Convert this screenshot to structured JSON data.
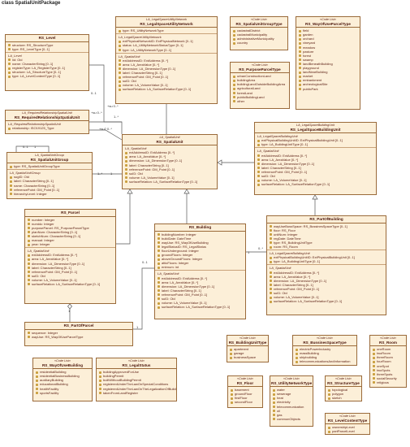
{
  "package_title": "class SpatialUnitPackage",
  "classes": {
    "rs_level": {
      "name": "RS_Level",
      "sections": [
        {
          "rows": [
            "structure: RS_StructureType",
            "type: RS_LevelType [0..1]"
          ]
        },
        {
          "subtitle": "LA_Level",
          "rows": [
            "lid: Oid",
            "name: CharacterString [0..1]",
            "registerType: LA_RegisterType [0..1]",
            "structure: LA_StructureType [0..1]",
            "type: LA_LevelContentType [0..1]"
          ]
        }
      ]
    },
    "rs_required_relationship": {
      "note": "LA_RequiredRelationshipSpatialUnit",
      "name": "RS_RequiredRelationshipSpatialUnit",
      "sections": [
        {
          "subtitle": "LA_RequiredRelationshipSpatialUnit",
          "rows": [
            "relationship: ISO19125_Type"
          ]
        }
      ]
    },
    "rs_spatial_unit_group": {
      "note": "LA_SpatialUnitGroup",
      "name": "RS_SpatialUnitGroup",
      "sections": [
        {
          "rows": [
            "type: RS_SpatialUnitGroupType"
          ]
        },
        {
          "subtitle": "LA_SpatialUnitGroup",
          "rows": [
            "sugID: Oid",
            "label: CharacterString [0..1]",
            "name: CharacterString [0..1]",
            "referencePoint: GM_Point [0..1]",
            "hierarchyLevel: Integer"
          ]
        }
      ]
    },
    "rs_legal_space_utility_network": {
      "note": "LA_LegalSpaceUtilityNetwork",
      "name": "RS_LegalSpaceUtilityNetwork",
      "sections": [
        {
          "rows": [
            "type: RS_UtilityNetworkType"
          ]
        },
        {
          "subtitle": "LA_LegalSpaceUtilityNetwork",
          "rows": [
            "extPhysicalNetworkID: ExtPhysicalNetwork [0..1]",
            "status: LA_UtilityNetworkStatusType [0..1]",
            "type: LA_UtilityNetworkType [0..1]"
          ]
        },
        {
          "subtitle": "LA_SpatialUnit",
          "rows": [
            "extAddressID: ExtAddress [0..*]",
            "area: LA_AreaValue [0..*]",
            "dimension: LA_DimensionType [0..1]",
            "label: CharacterString [0..1]",
            "referencePoint: GM_Point [0..1]",
            "suID: Oid",
            "volume: LA_VolumeValue [0..1]",
            "surfaceRelation: LA_SurfaceRelationType [0..1]"
          ]
        }
      ]
    },
    "rs_spatial_unit": {
      "note": "LA_SpatialUnit",
      "name": "RS_SpatialUnit",
      "sections": [
        {
          "subtitle": "LA_SpatialUnit",
          "rows": [
            "extAddressID: ExtAddress [0..*]",
            "area: LA_AreaValue [0..*]",
            "dimension: LA_DimensionType [0..1]",
            "label: CharacterString [0..1]",
            "referencePoint: GM_Point [0..1]",
            "suID: Oid",
            "volume: LA_VolumeValue [0..1]",
            "surfaceRelation: LA_SurfaceRelationType [0..1]"
          ]
        }
      ]
    },
    "rs_parcel": {
      "name": "RS_Parcel",
      "sections": [
        {
          "rows": [
            "number: Integer",
            "numidc: Integer",
            "purposeParcel: RS_PurposeParcelType",
            "planNum: CharacterString [0..1]",
            "sketchNum: CharacterString [0..1]",
            "manual: Integer",
            "year: Integer"
          ]
        },
        {
          "subtitle": "LA_SpatialUnit",
          "rows": [
            "extAddressID: ExtAddress [0..*]",
            "area: LA_AreaValue [0..*]",
            "dimension: LA_DimensionType [0..1]",
            "label: CharacterString [0..1]",
            "referencePoint: GM_Point [0..1]",
            "suID: Oid",
            "volume: LA_VolumeValue [0..1]",
            "surfaceRelation: LA_SurfaceRelationType [0..1]"
          ]
        }
      ]
    },
    "rs_part_of_parcel": {
      "name": "RS_PartOfParcel",
      "sections": [
        {
          "rows": [
            "sequence: Integer",
            "wayUse: RS_WayOfUseParcelType"
          ]
        }
      ]
    },
    "rs_building": {
      "name": "RS_Building",
      "sections": [
        {
          "rows": [
            "buildingNumber: Integer",
            "buildDate: DateTime",
            "wayUse: RS_WayOfUseBuilding",
            "legalStatusID: RS_LegalStatus",
            "floorUnderground: Integer",
            "groundFloors: Integer",
            "aboveGroundFloors: Integer",
            "atticFloors: Integer",
            "entrnum: int"
          ]
        },
        {
          "subtitle": "LA_SpatialUnit",
          "rows": [
            "extAddressID: ExtAddress [0..*]",
            "area: LA_AreaValue [0..*]",
            "dimension: LA_DimensionType [0..1]",
            "label: CharacterString [0..1]",
            "referencePoint: GM_Point [0..1]",
            "suID: Oid",
            "volume: LA_VolumeValue [0..1]",
            "surfaceRelation: LA_SurfaceRelationType [0..1]"
          ]
        }
      ]
    },
    "rs_legal_space_building_unit": {
      "note": "LA_LegalSpaceBuildingUnit",
      "name": "RS_LegalSpaceBuildingUnit",
      "sections": [
        {
          "subtitle": "LA_LegalSpaceBuildingUnit",
          "rows": [
            "extPhysicalBuildingUnitID: ExtPhysicalBuildingUnit [0..1]",
            "type: LA_BuildingUnitType [0..1]"
          ]
        },
        {
          "subtitle": "LA_SpatialUnit",
          "rows": [
            "extAddressID: ExtAddress [0..*]",
            "area: LA_AreaValue [0..*]",
            "dimension: LA_DimensionType [0..1]",
            "label: CharacterString [0..1]",
            "referencePoint: GM_Point [0..1]",
            "suID: Oid",
            "volume: LA_VolumeValue [0..1]",
            "surfaceRelation: LA_SurfaceRelationType [0..1]"
          ]
        }
      ]
    },
    "rs_part_of_building": {
      "name": "RS_PartOfBuilding",
      "sections": [
        {
          "rows": [
            "wayUseBussSpace: RS_BussinesSpaceType [0..1]",
            "floor: RS_Floor",
            "unitNum: Integer",
            "regDate: DateTime",
            "type: RS_BuildingUnitType",
            "room: RS_Room"
          ]
        },
        {
          "subtitle": "LA_LegalSpaceBuildingUnit",
          "rows": [
            "extPhysicalBuildingUnitID: ExtPhysicalBuildingUnit [0..1]",
            "type: LA_BuildingUnitType [0..1]"
          ]
        },
        {
          "subtitle": "LA_SpatialUnit",
          "rows": [
            "extAddressID: ExtAddress [0..*]",
            "area: LA_AreaValue [0..*]",
            "dimension: LA_DimensionType [0..1]",
            "label: CharacterString [0..1]",
            "referencePoint: GM_Point [0..1]",
            "suID: Oid",
            "volume: LA_VolumeValue [0..1]",
            "surfaceRelation: LA_SurfaceRelationType [0..1]"
          ]
        }
      ]
    }
  },
  "code_lists": {
    "spatial_unit_group_type": {
      "stereotype": "«Code List»",
      "name": "RS_SpatialUnitGroupType",
      "values": [
        "cadastralDistrict",
        "cadastralMunicipality",
        "administrativeMunicipality",
        "country"
      ]
    },
    "way_of_use_parcel": {
      "stereotype": "«Code List»",
      "name": "RS_WayOfUseParcelType",
      "values": [
        "field",
        "garden",
        "orchard",
        "vineyard",
        "meadow",
        "pasture",
        "forest",
        "swamp",
        "landBeneathBuilding",
        "playground",
        "landNearBuilding",
        "market",
        "embankment",
        "archeologicalSite",
        "publicPark"
      ]
    },
    "purpose_parcel": {
      "stereotype": "«Code List»",
      "name": "RS_PurposeParcelType",
      "values": [
        "urbanConstructionLand",
        "buildingArea",
        "buildingLandOutsideBuildingArea",
        "agriculturalLand",
        "forestLand",
        "publicBuildingLand",
        "other"
      ]
    },
    "way_of_use_building": {
      "stereotype": "«Code List»",
      "name": "RS_WayOfUseBuilding",
      "values": [
        "residentialBuilding",
        "residentialBusinessBuilding",
        "auxiliaryBuilding",
        "educationalBuilding",
        "healthFacility",
        "sportsFacility"
      ]
    },
    "legal_status": {
      "stereotype": "«Code List»",
      "name": "RS_LegalStatus",
      "values": [
        "buildingApprovedForUse",
        "buildingPermit",
        "builtWithoutBuildingPermit",
        "registeredUnderTheLawOnSpecialConditions",
        "registeredUnderTheLawOnTheLegalizationOfBuildings",
        "takenFromLandRegister"
      ]
    },
    "building_unit_type": {
      "stereotype": "«Code List»",
      "name": "RS_BuildingUnitType",
      "values": [
        "apartment",
        "garage",
        "businessSpace"
      ]
    },
    "bussines_space_type": {
      "stereotype": "«Code List»",
      "name": "RS_BussinesSpaceType",
      "values": [
        "electricPowerIndustry",
        "massBuilding",
        "shipbuilding",
        "telecommunicationsAndInformation"
      ]
    },
    "room": {
      "stereotype": "«Code List»",
      "name": "RS_Room",
      "values": [
        "oneRoom",
        "twoRoom",
        "threeRoom",
        "fourRoom",
        "oneSpot",
        "twoSpots",
        "threeSpots",
        "socialSecurity",
        "religious"
      ]
    },
    "floor": {
      "stereotype": "«Code List»",
      "name": "RS_Floor",
      "values": [
        "basement",
        "groundFloor",
        "firstFloor",
        "secondFloor"
      ]
    },
    "utility_network_type": {
      "stereotype": "«Code List»",
      "name": "RS_UtilityNetworkType",
      "values": [
        "water",
        "sewerage",
        "heat",
        "electricity",
        "telecommunication",
        "oil",
        "gas",
        "commonObjects"
      ]
    },
    "structure_type": {
      "stereotype": "«Code List»",
      "name": "RS_StructureType",
      "values": [
        "topological",
        "polygon",
        "sketch"
      ]
    },
    "level_content_type": {
      "stereotype": "«Code List»",
      "name": "RS_LevelContentType",
      "values": [
        "ownershipLevel",
        "partParcelLevel"
      ]
    }
  },
  "multiplicities": {
    "level_to_utility_1": "+su 0..*",
    "level_to_utility_2": "1..*",
    "level_to_utility_3": "+su 0..*",
    "level_to_spatial_1": "0..1",
    "req_to_spatial": "+su2 0..*",
    "group_self_1": "0..1",
    "group_self_2": "1",
    "group_to_spatial_1": "1..*",
    "group_to_spatial_2": "1",
    "parcel_part_1": "1",
    "parcel_to_building_1": "0..1",
    "building_to_part_1": "1",
    "building_to_part_2": "0..*",
    "part_parcel_to_building": "1"
  }
}
